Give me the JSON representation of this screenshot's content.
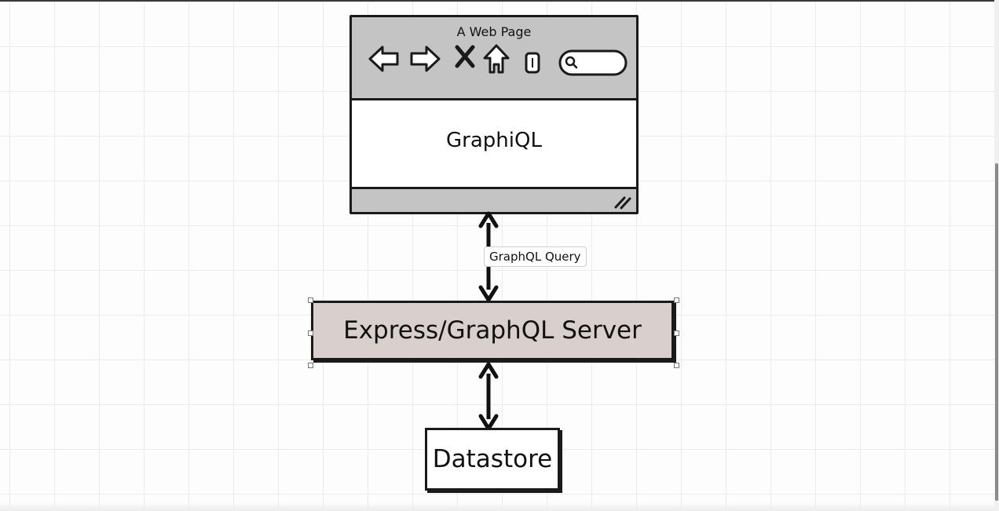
{
  "browser": {
    "title": "A Web Page",
    "content_label": "GraphiQL",
    "toolbar_icons": [
      "back-arrow-icon",
      "forward-arrow-icon",
      "close-x-icon",
      "home-icon",
      "bookmark-icon",
      "search-icon"
    ]
  },
  "connector_top": {
    "label": "GraphQL Query"
  },
  "server": {
    "label": "Express/GraphQL Server"
  },
  "datastore": {
    "label": "Datastore"
  },
  "colors": {
    "browser_chrome": "#c4c4c4",
    "server_fill": "#d9cfcc",
    "stroke": "#1a1a1a",
    "grid": "#ececec"
  }
}
